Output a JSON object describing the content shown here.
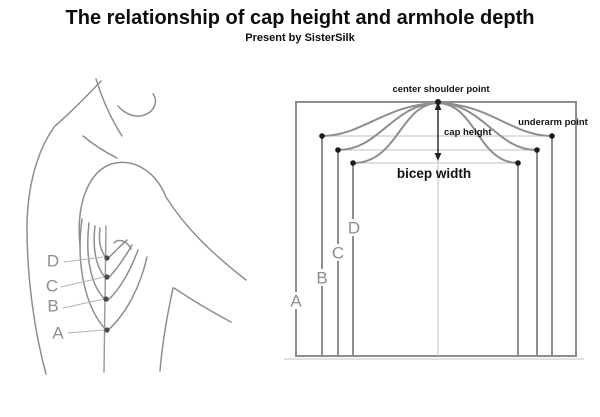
{
  "header": {
    "title": "The relationship of cap height and armhole depth",
    "subtitle": "Present by SisterSilk"
  },
  "figure": {
    "labels": [
      "D",
      "C",
      "B",
      "A"
    ]
  },
  "pattern": {
    "labels": [
      "D",
      "C",
      "B",
      "A"
    ],
    "annotations": {
      "center_shoulder_point": "center shoulder point",
      "underarm_point": "underarm point",
      "cap_height": "cap height",
      "bicep_width": "bicep width"
    }
  },
  "colors": {
    "line_gray": "#8e8e8e",
    "thin_line": "#c2c2c2",
    "leader_line": "#b5b5b5",
    "dot": "#2a2a2a",
    "annotation_text": "#141414",
    "background": "#ffffff"
  }
}
